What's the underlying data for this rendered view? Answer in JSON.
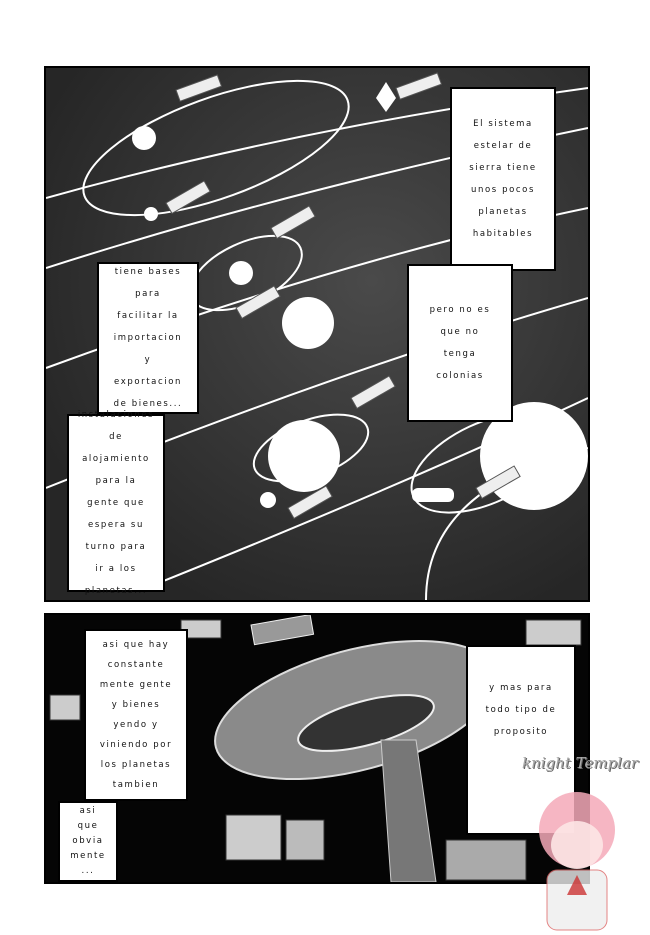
{
  "panel_top": {
    "captions": [
      {
        "lines": [
          "El sistema",
          "estelar de",
          "sierra tiene",
          "unos pocos",
          "planetas",
          "habitables"
        ]
      },
      {
        "lines": [
          "pero no es",
          "que no",
          "tenga",
          "colonias"
        ]
      },
      {
        "lines": [
          "tiene bases",
          "para",
          "facilitar la",
          "importacion",
          "y",
          "exportacion",
          "de bienes..."
        ]
      },
      {
        "lines": [
          "instalaciones",
          "de",
          "alojamiento",
          "para la",
          "gente que",
          "espera su",
          "turno para",
          "ir a los",
          "planetas..."
        ]
      }
    ]
  },
  "panel_bottom": {
    "captions": [
      {
        "lines": [
          "asi que hay",
          "constante",
          "mente gente",
          "y bienes",
          "yendo y",
          "viniendo por",
          "los planetas",
          "tambien"
        ]
      },
      {
        "lines": [
          "asi",
          "que",
          "obvia",
          "mente",
          "..."
        ]
      },
      {
        "lines": [
          "y mas para",
          "todo tipo de",
          "proposito"
        ]
      }
    ]
  },
  "watermark": "knight Templar"
}
